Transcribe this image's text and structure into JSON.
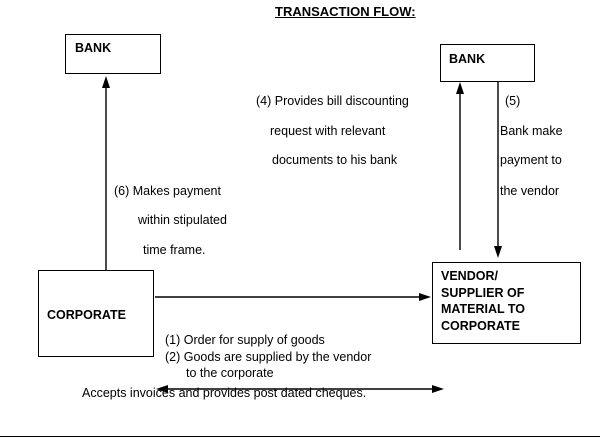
{
  "title": "TRANSACTION FLOW:",
  "boxes": {
    "bank_left": "BANK",
    "bank_right": "BANK",
    "corporate": "CORPORATE",
    "vendor": [
      "VENDOR/",
      "SUPPLIER OF",
      "MATERIAL TO",
      "CORPORATE"
    ]
  },
  "notes": {
    "step4": [
      "(4) Provides bill discounting",
      "request with relevant",
      "documents to his bank"
    ],
    "step5": [
      "(5)",
      "Bank make",
      "payment to",
      "the vendor"
    ],
    "step6": [
      "(6)  Makes payment",
      "within stipulated",
      "time frame."
    ],
    "step1": "(1) Order for supply of goods",
    "step2": [
      "(2) Goods are supplied by the vendor",
      "to the corporate"
    ],
    "step3": "Accepts invoices and provides post dated cheques."
  }
}
